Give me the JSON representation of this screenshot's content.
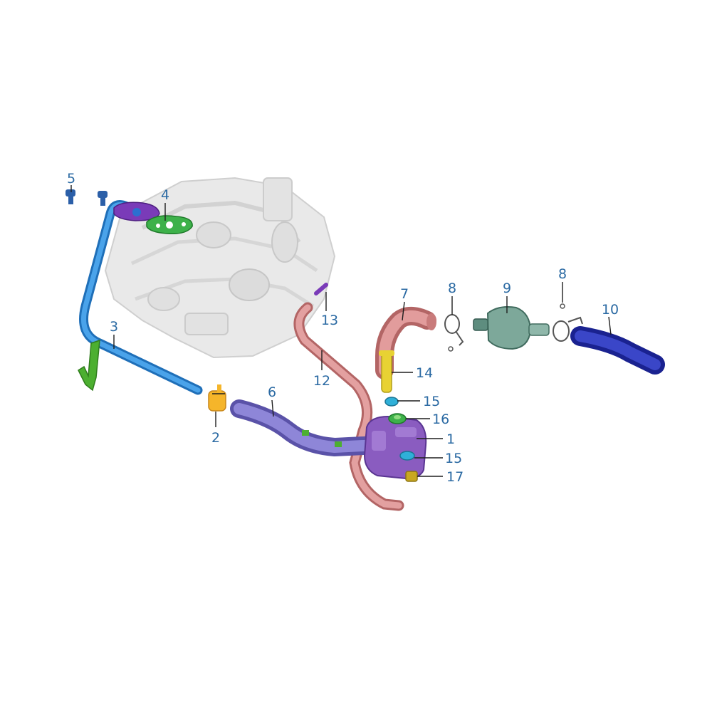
{
  "diagram": {
    "colors": {
      "engine": "#e6e6e6",
      "pipe_3": "#2f86d4",
      "clip_2": "#f5b52a",
      "gasket_4": "#3db14a",
      "flange_purple": "#7a3bb8",
      "bolt_5": "#2b5fa8",
      "bracket_green": "#4caf30",
      "hose_6": "#7a72c8",
      "hose_7": "#d98a8a",
      "hose_12": "#d98a8a",
      "valve_1": "#8a5cc0",
      "valve_9": "#7da89a",
      "hose_10": "#2a35b0",
      "clamp_8": "#ffffff",
      "label": "#2b6aa3"
    },
    "callouts": [
      {
        "id": "1",
        "label": "1"
      },
      {
        "id": "2",
        "label": "2"
      },
      {
        "id": "3",
        "label": "3"
      },
      {
        "id": "4",
        "label": "4"
      },
      {
        "id": "5",
        "label": "5"
      },
      {
        "id": "6",
        "label": "6"
      },
      {
        "id": "7",
        "label": "7"
      },
      {
        "id": "8a",
        "label": "8"
      },
      {
        "id": "8b",
        "label": "8"
      },
      {
        "id": "9",
        "label": "9"
      },
      {
        "id": "10",
        "label": "10"
      },
      {
        "id": "12",
        "label": "12"
      },
      {
        "id": "13",
        "label": "13"
      },
      {
        "id": "14",
        "label": "14"
      },
      {
        "id": "15a",
        "label": "15"
      },
      {
        "id": "15b",
        "label": "15"
      },
      {
        "id": "16",
        "label": "16"
      },
      {
        "id": "17",
        "label": "17"
      }
    ]
  }
}
